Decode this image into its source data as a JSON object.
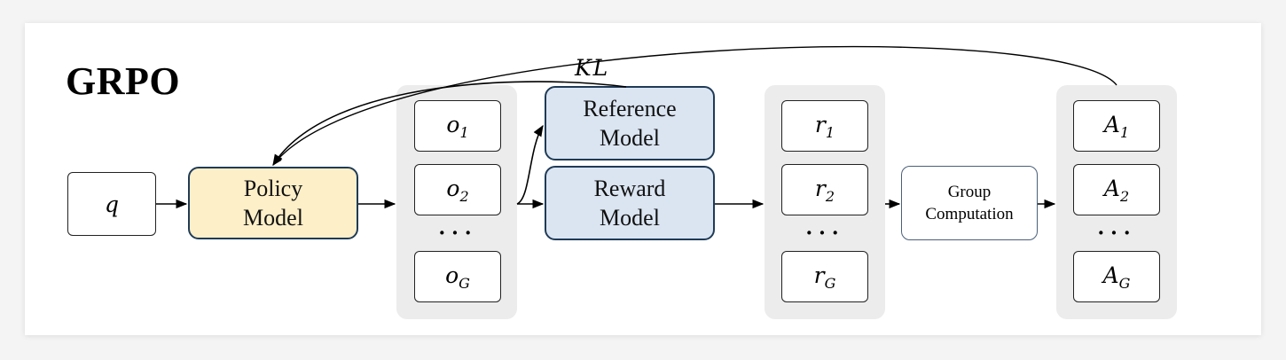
{
  "title": "GRPO",
  "kl_label": "KL",
  "query": {
    "symbol": "q"
  },
  "policy_model": {
    "line1": "Policy",
    "line2": "Model"
  },
  "outputs": [
    {
      "base": "o",
      "sub": "1"
    },
    {
      "base": "o",
      "sub": "2"
    },
    {
      "base": "o",
      "sub": "G"
    }
  ],
  "reference_model": {
    "line1": "Reference",
    "line2": "Model"
  },
  "reward_model": {
    "line1": "Reward",
    "line2": "Model"
  },
  "rewards": [
    {
      "base": "r",
      "sub": "1"
    },
    {
      "base": "r",
      "sub": "2"
    },
    {
      "base": "r",
      "sub": "G"
    }
  ],
  "group_computation": {
    "line1": "Group",
    "line2": "Computation"
  },
  "advantages": [
    {
      "base": "A",
      "sub": "1"
    },
    {
      "base": "A",
      "sub": "2"
    },
    {
      "base": "A",
      "sub": "G"
    }
  ],
  "ellipsis": "···",
  "colors": {
    "policy_fill": "#fdefc8",
    "model_fill": "#dbe5f2",
    "model_border": "#1f3b57",
    "group_bg": "#ececec"
  }
}
